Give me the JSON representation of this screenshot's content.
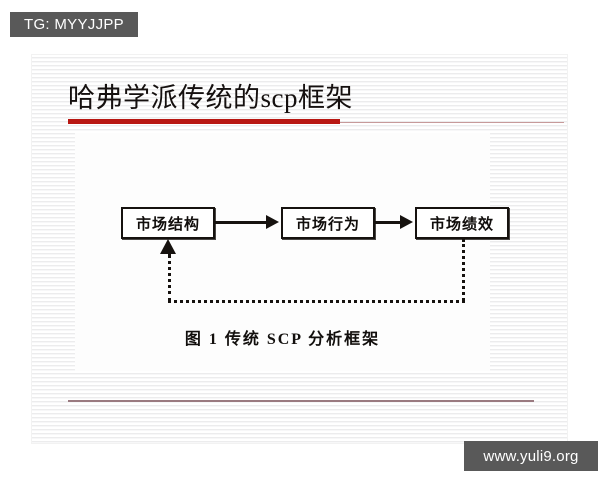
{
  "watermarks": {
    "top_left": "TG: MYYJJPP",
    "bottom_right": "www.yuli9.org"
  },
  "slide": {
    "title": "哈弗学派传统的scp框架",
    "accent_color": "#b81712",
    "rule_color": "#c79a9a",
    "bottom_rule_color": "#9a7a80",
    "background": "#ffffff"
  },
  "figure": {
    "caption": "图 1 传统 SCP 分析框架",
    "boxes": [
      {
        "id": "structure",
        "label": "市场结构"
      },
      {
        "id": "conduct",
        "label": "市场行为"
      },
      {
        "id": "performance",
        "label": "市场绩效"
      }
    ],
    "connectors": [
      {
        "from": "structure",
        "to": "conduct",
        "style": "solid-arrow"
      },
      {
        "from": "conduct",
        "to": "performance",
        "style": "solid-arrow"
      },
      {
        "from": "performance",
        "to": "structure",
        "style": "dotted-feedback-arrow"
      }
    ]
  }
}
